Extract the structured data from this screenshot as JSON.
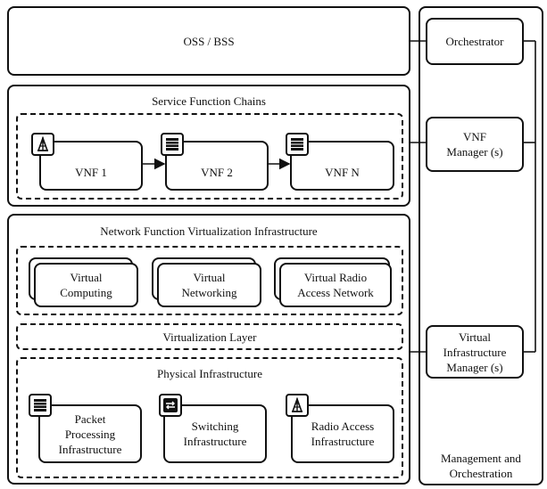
{
  "oss": {
    "label": "OSS / BSS"
  },
  "sfc": {
    "title": "Service Function Chains",
    "vnfs": [
      "VNF 1",
      "VNF 2",
      "VNF N"
    ]
  },
  "nfvi": {
    "title": "Network Function Virtualization Infrastructure",
    "virtual": [
      "Virtual\nComputing",
      "Virtual\nNetworking",
      "Virtual Radio\nAccess Network"
    ],
    "virt_layer": "Virtualization Layer",
    "physical_title": "Physical Infrastructure",
    "physical": [
      "Packet\nProcessing\nInfrastructure",
      "Switching\nInfrastructure",
      "Radio Access\nInfrastructure"
    ]
  },
  "mano": {
    "orchestrator": "Orchestrator",
    "vnf_manager": "VNF\nManager (s)",
    "vim": "Virtual\nInfrastructure\nManager (s)",
    "label": "Management and\nOrchestration"
  },
  "icons": {
    "vnf1": "radio-tower-icon",
    "vnf2": "server-icon",
    "vnfn": "server-icon",
    "packet": "server-icon",
    "switching": "switch-arrows-icon",
    "radio": "radio-tower-icon"
  }
}
